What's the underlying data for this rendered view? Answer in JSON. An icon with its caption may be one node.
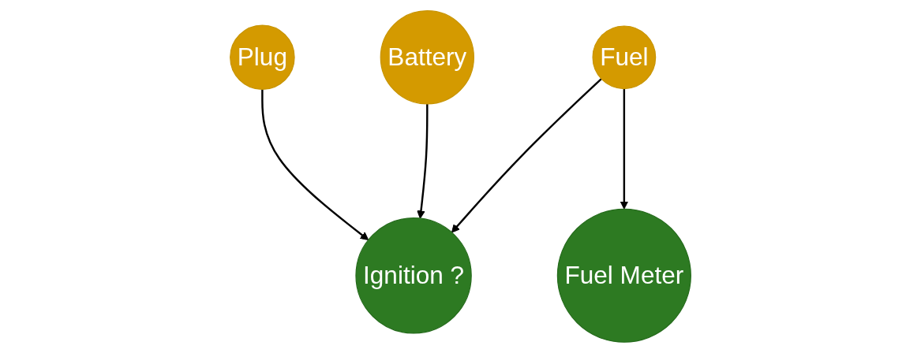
{
  "diagram": {
    "nodes": [
      {
        "text": [
          "Plug"
        ]
      },
      {
        "text": [
          "Battery"
        ]
      },
      {
        "text": [
          "Fuel"
        ]
      },
      {
        "text": [
          "Ignition ?"
        ]
      },
      {
        "text": [
          "Fuel Meter"
        ]
      }
    ],
    "edges": [
      {
        "from": 0,
        "to": 3,
        "arrow": "to"
      },
      {
        "from": 1,
        "to": 3,
        "arrow": "to"
      },
      {
        "from": 2,
        "to": 3,
        "arrow": "to"
      },
      {
        "from": 2,
        "to": 4,
        "arrow": "to"
      }
    ]
  }
}
